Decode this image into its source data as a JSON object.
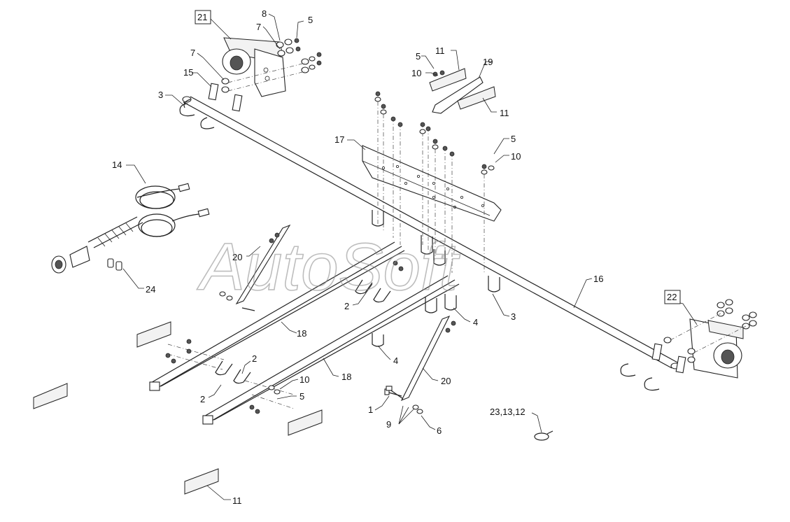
{
  "watermark": "AutoSoft",
  "callouts": {
    "c21": "21",
    "c8": "8",
    "c7a": "7",
    "c5a": "5",
    "c7b": "7",
    "c15": "15",
    "c3a": "3",
    "c11a": "11",
    "c5b": "5",
    "c10a": "10",
    "c19": "19",
    "c11b": "11",
    "c17": "17",
    "c5c": "5",
    "c10b": "10",
    "c14": "14",
    "c24": "24",
    "c20a": "20",
    "c2a": "2",
    "c18a": "18",
    "c4a": "4",
    "c4b": "4",
    "c3b": "3",
    "c16": "16",
    "c22": "22",
    "c2b": "2",
    "c2c": "2",
    "c10c": "10",
    "c5d": "5",
    "c18b": "18",
    "c20b": "20",
    "c1": "1",
    "c9": "9",
    "c6": "6",
    "c2312": "23,13,12",
    "c11c": "11"
  }
}
